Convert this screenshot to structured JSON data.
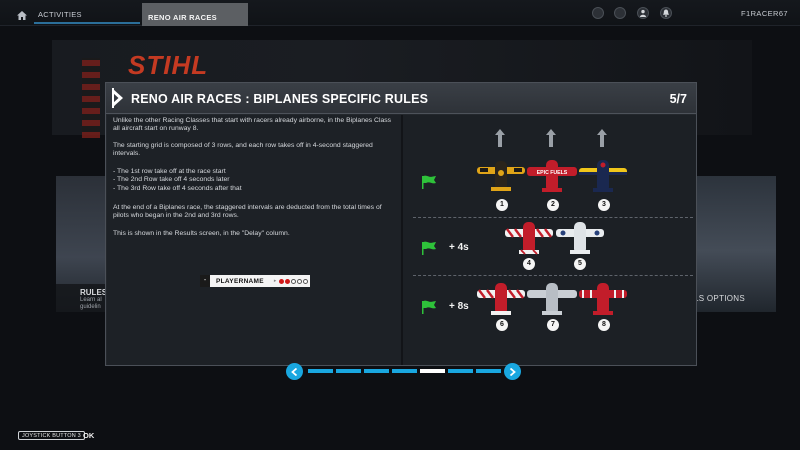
{
  "topbar": {
    "tabs": [
      {
        "label": "ACTIVITIES"
      },
      {
        "label": "RENO AIR RACES"
      }
    ],
    "username": "F1RACER67"
  },
  "background": {
    "logo_text": "STIHL",
    "left_card_title": "RULES",
    "left_card_sub": "Learn al\nguidelin",
    "right_card_label": "LS OPTIONS"
  },
  "modal": {
    "title": "RENO AIR RACES : BIPLANES SPECIFIC RULES",
    "page_indicator": "5/7",
    "paragraphs": [
      "Unlike the other Racing Classes that start with racers already airborne, in the Biplanes Class all aircraft start on runway 8.",
      "The starting grid is composed of 3 rows, and each row takes off in 4-second staggered intervals.",
      "- The 1st row take off at the race start\n- The 2nd Row take off 4 seconds later\n- The 3rd Row take off 4 seconds after that",
      "At the end of a Biplanes race, the staggered intervals are deducted from the total times of pilots who began in the 2nd and 3rd rows.",
      "This is shown in the Results screen, in the \"Delay\" column."
    ],
    "playername_label": "PLAYERNAME",
    "playername_dash": "-",
    "diagram": {
      "rows": [
        {
          "delay": "",
          "numbers": [
            "1",
            "2",
            "3"
          ]
        },
        {
          "delay": "+ 4s",
          "numbers": [
            "4",
            "5"
          ]
        },
        {
          "delay": "+ 8s",
          "numbers": [
            "6",
            "7",
            "8"
          ]
        }
      ],
      "plane2_banner": "EPIC FUELS"
    }
  },
  "pager": {
    "total": 7,
    "current": 5
  },
  "hint": {
    "key": "JOYSTICK BUTTON 3",
    "action": "OK"
  },
  "colors": {
    "accent": "#19a7e0",
    "flag_green": "#2ec23a",
    "modal_bg": "#23272c"
  }
}
